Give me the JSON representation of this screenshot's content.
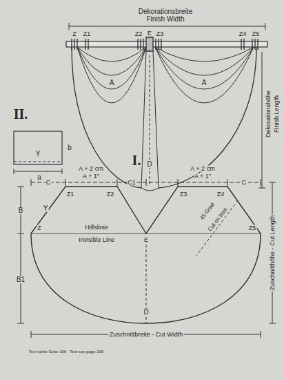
{
  "diagram": {
    "labels": [
      "Dekorationsbreite",
      "Finish Width",
      "Z",
      "Z1",
      "Z2",
      "E",
      "Z3",
      "Z4",
      "Z5",
      "A",
      "A",
      "D",
      "Dekorationshöhe",
      "Finish Length",
      "II.",
      "b",
      "Y",
      "a",
      "I.",
      "A + 2 cm",
      "A + 1\"",
      "C",
      "C1",
      "A + 2 cm",
      "A + 1\"",
      "C",
      "B",
      "Y",
      "Z1",
      "Z2",
      "Z3",
      "Z4",
      "Z",
      "Hilfslinie",
      "Invisible Line",
      "E",
      "45 Grad",
      "Cut on bias",
      "Z5",
      "B1",
      "D",
      "Zuschnitthöhe - Cut Length",
      "Zuschnittbreite - Cut Width",
      "Text siehe Seite 196 - Text see page 196"
    ]
  }
}
